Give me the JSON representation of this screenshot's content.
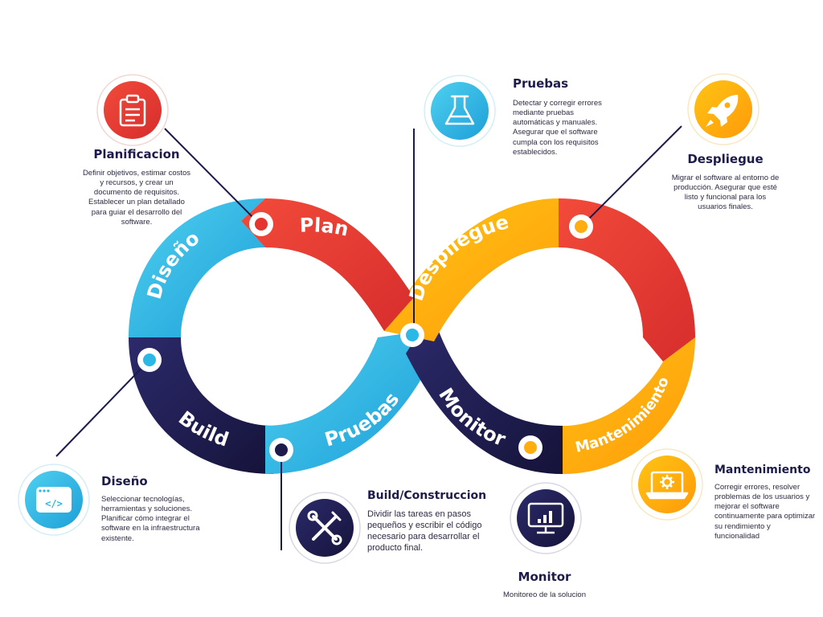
{
  "colors": {
    "red": "#e5352f",
    "blue": "#2cb8e6",
    "orange": "#ffad10",
    "navy": "#1c1b4b"
  },
  "loop_labels": {
    "plan": "Plan",
    "diseno": "Diseño",
    "build": "Build",
    "pruebas": "Pruebas",
    "despliegue": "Despliegue",
    "monitor": "Monitor",
    "mantenimiento": "Mantenimiento"
  },
  "stages": {
    "planificacion": {
      "title": "Planificacion",
      "icon": "clipboard-icon",
      "description": "Definir objetivos, estimar costos y recursos, y crear un documento de requisitos. Establecer un plan detallado para guiar el desarrollo del software."
    },
    "pruebas": {
      "title": "Pruebas",
      "icon": "flask-icon",
      "description": "Detectar y corregir errores mediante pruebas automáticas y manuales. Asegurar que el software cumpla con los requisitos establecidos."
    },
    "despliegue": {
      "title": "Despliegue",
      "icon": "rocket-icon",
      "description": "Migrar el software al entorno de producción. Asegurar que esté listo y funcional para los usuarios finales."
    },
    "diseno": {
      "title": "Diseño",
      "icon": "code-window-icon",
      "description": "Seleccionar tecnologías, herramientas y soluciones. Planificar cómo integrar el software en la infraestructura existente."
    },
    "build": {
      "title": "Build/Construccion",
      "icon": "tools-icon",
      "description": "Dividir las tareas en pasos pequeños y escribir el código necesario para desarrollar el producto final."
    },
    "monitor": {
      "title": "Monitor",
      "icon": "monitor-chart-icon",
      "description": "Monitoreo de la solucion"
    },
    "mantenimiento": {
      "title": "Mantenimiento",
      "icon": "laptop-gear-icon",
      "description": "Corregir errores, resolver problemas de los usuarios y mejorar el software continuamente para optimizar su rendimiento y funcionalidad"
    }
  }
}
